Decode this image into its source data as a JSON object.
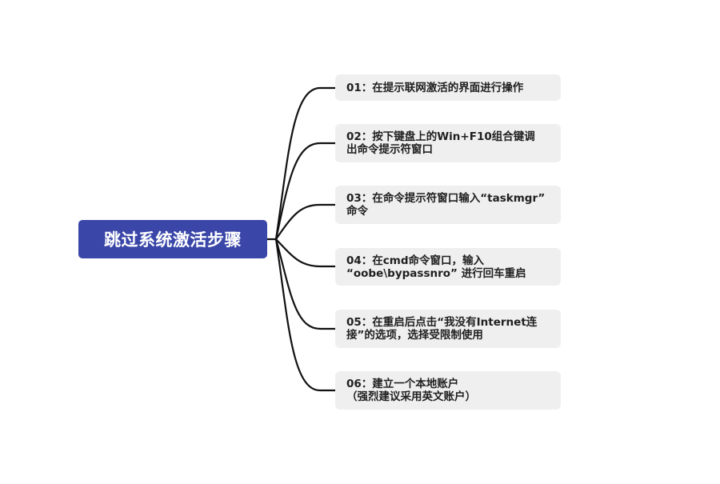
{
  "colors": {
    "root_bg": "#3a46a8",
    "root_text": "#ffffff",
    "step_bg": "#efefef",
    "step_text": "#1f1f1f",
    "connector": "#111111",
    "background": "#ffffff"
  },
  "root": {
    "label": "跳过系统激活步骤"
  },
  "steps": [
    {
      "label": "01：在提示联网激活的界面进行操作"
    },
    {
      "label": "02：按下键盘上的Win+F10组合键调\n出命令提示符窗口"
    },
    {
      "label": "03：在命令提示符窗口输入“taskmgr”\n命令"
    },
    {
      "label": "04：在cmd命令窗口，输入\n“oobe\\bypassnro” 进行回车重启"
    },
    {
      "label": "05：在重启后点击“我没有Internet连\n接”的选项，选择受限制使用"
    },
    {
      "label": "06：建立一个本地账户\n（强烈建议采用英文账户）"
    }
  ]
}
